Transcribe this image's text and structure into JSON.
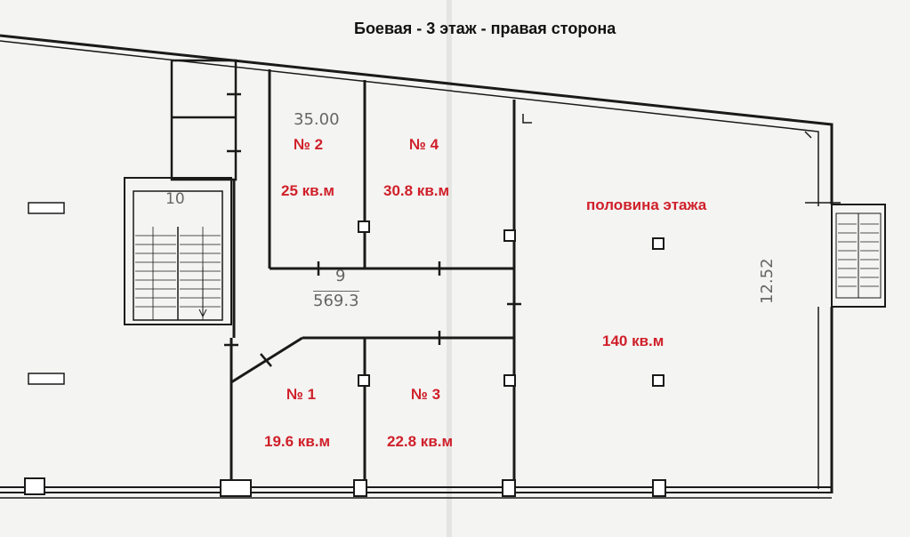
{
  "title": "Боевая - 3 этаж - правая сторона",
  "rooms": [
    {
      "number": "№ 2",
      "area": "25 кв.м"
    },
    {
      "number": "№ 4",
      "area": "30.8 кв.м"
    },
    {
      "number": "№ 1",
      "area": "19.6 кв.м"
    },
    {
      "number": "№ 3",
      "area": "22.8 кв.м"
    }
  ],
  "half_floor": {
    "label": "половина этажа",
    "area": "140 кв.м"
  },
  "dimensions": {
    "d1": "35.00",
    "d2": "10",
    "d3": "9",
    "d4": "569.3",
    "d5": "12.52"
  },
  "colors": {
    "label": "#d0202a",
    "line": "#1a1a1a"
  }
}
